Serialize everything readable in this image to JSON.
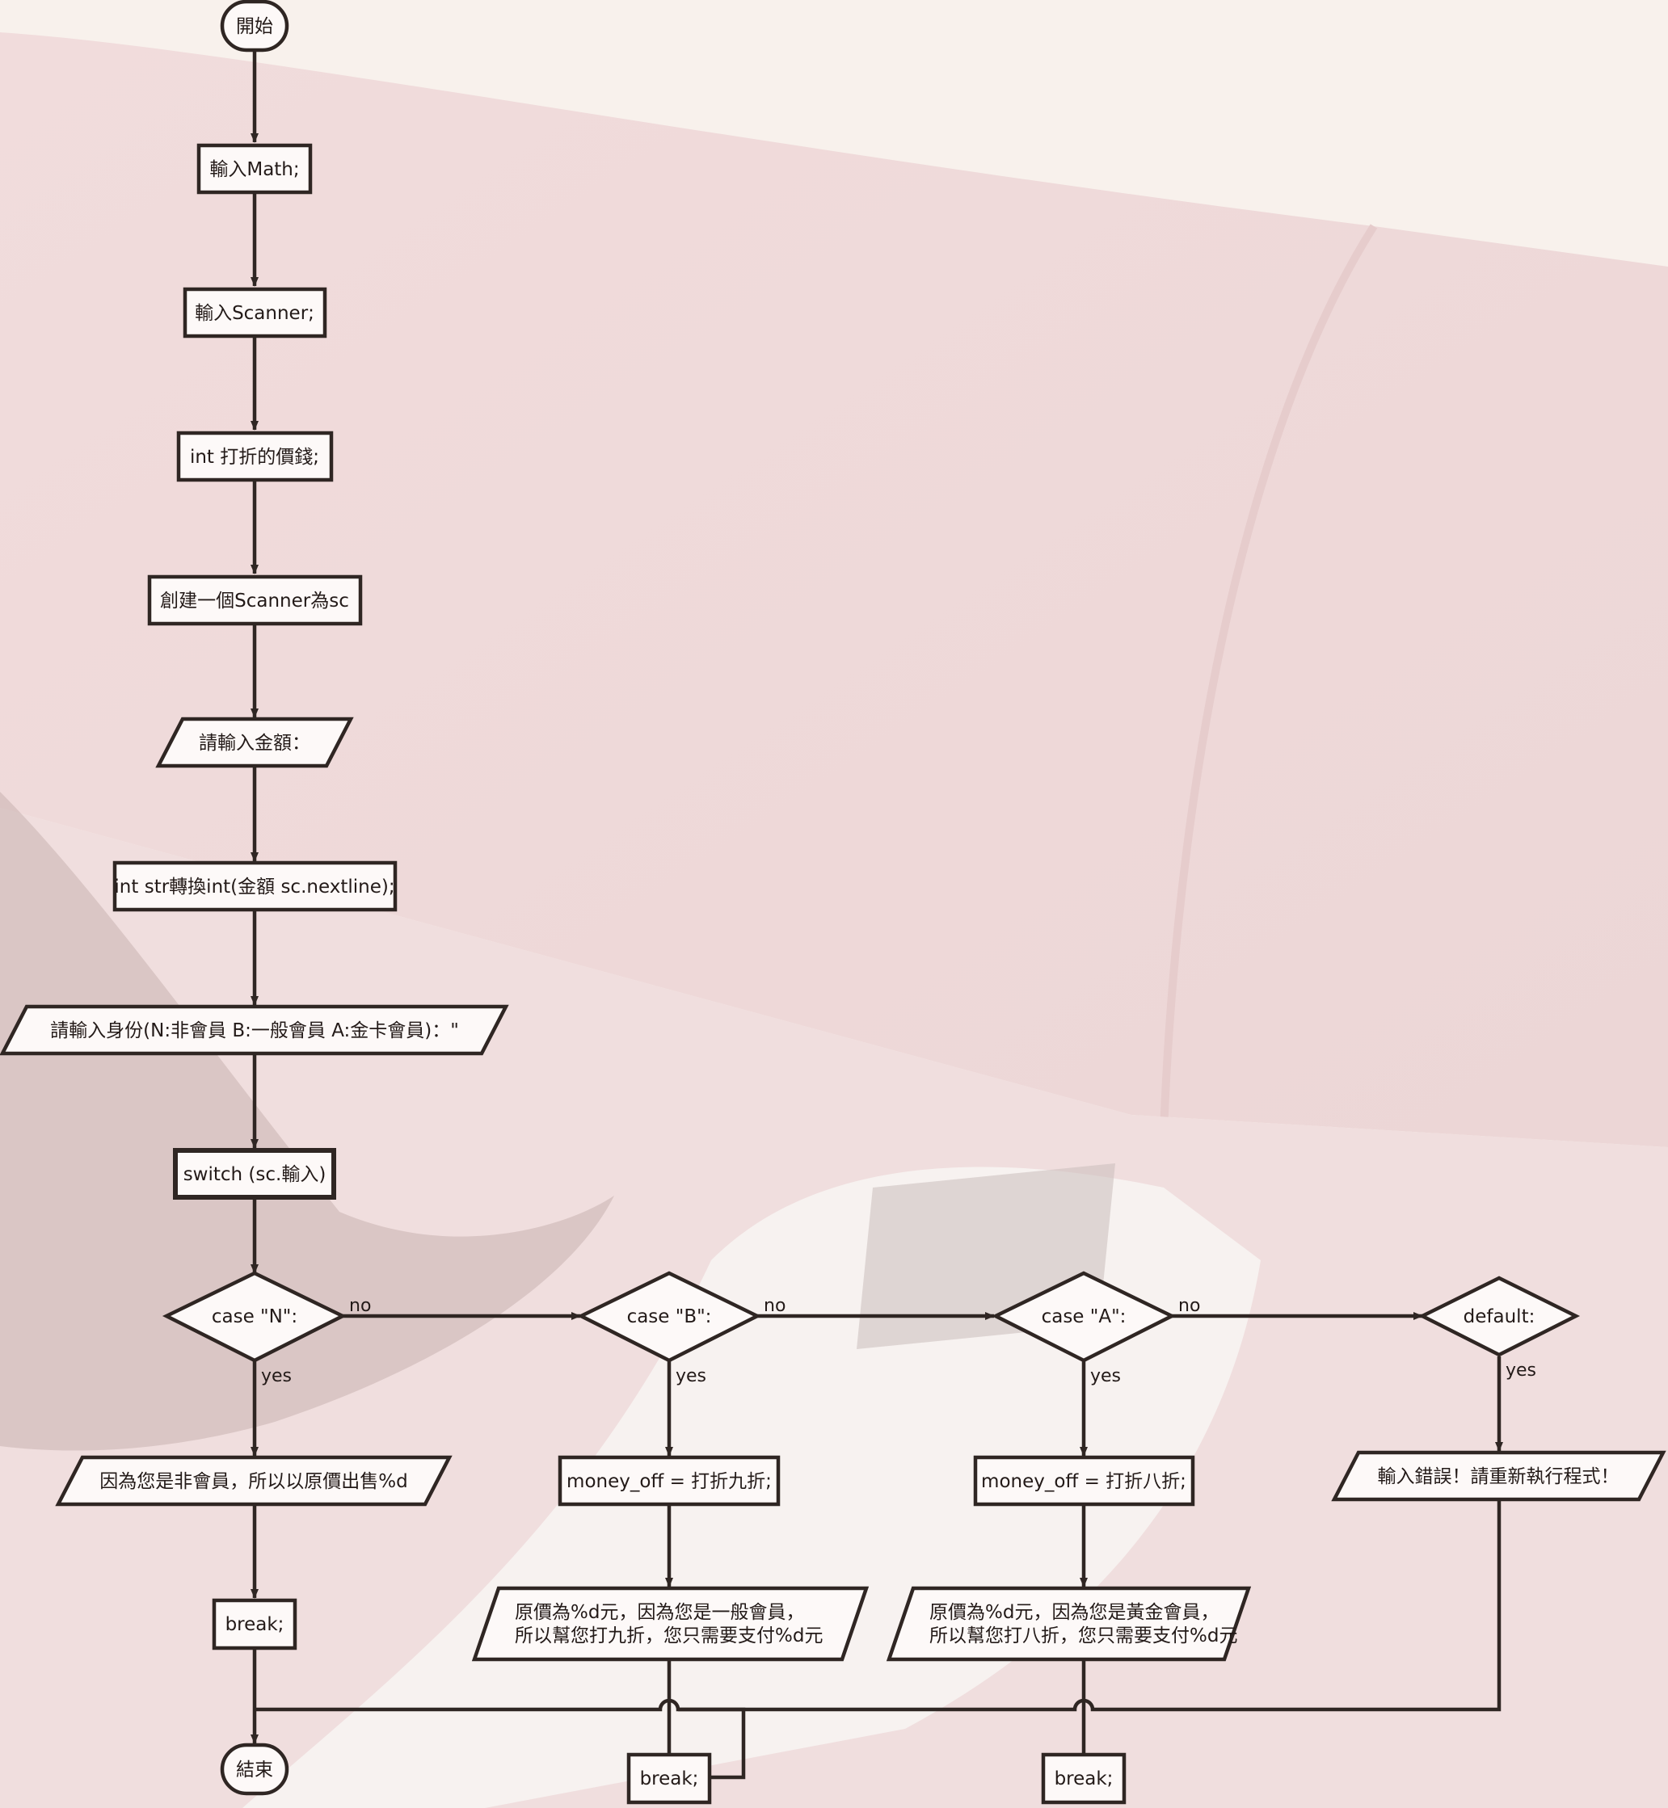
{
  "colors": {
    "stroke": "#2f2623",
    "node_fill": "#fdf9f8",
    "text": "#231a18",
    "background": "#f6ecea"
  },
  "nodes": {
    "start": "開始",
    "import_math": "輸入Math;",
    "import_scanner": "輸入Scanner;",
    "declare_discount": "int 打折的價錢;",
    "create_scanner": "創建一個Scanner為sc",
    "prompt_amount": "請輸入金額：",
    "convert_amount": "int str轉換int(金額 sc.nextline);",
    "prompt_identity": "請輸入身份(N:非會員  B:一般會員  A:金卡會員)：\"",
    "switch": "switch (sc.輸入)",
    "case_n": "case \"N\":",
    "case_b": "case \"B\":",
    "case_a": "case \"A\":",
    "default": "default:",
    "output_n": "因為您是非會員，所以以原價出售%d",
    "money_off_b": "money_off = 打折九折;",
    "money_off_a": "money_off = 打折八折;",
    "output_error": "輸入錯誤！請重新執行程式！",
    "output_b_line1": "原價為%d元，因為您是一般會員，",
    "output_b_line2": "所以幫您打九折，您只需要支付%d元",
    "output_a_line1": "原價為%d元，因為您是黃金會員，",
    "output_a_line2": "所以幫您打八折，您只需要支付%d元",
    "break_n": "break;",
    "break_b": "break;",
    "break_a": "break;",
    "end": "結束"
  },
  "edge_labels": {
    "no_n": "no",
    "no_b": "no",
    "no_a": "no",
    "yes_n": "yes",
    "yes_b": "yes",
    "yes_a": "yes",
    "yes_default": "yes"
  }
}
